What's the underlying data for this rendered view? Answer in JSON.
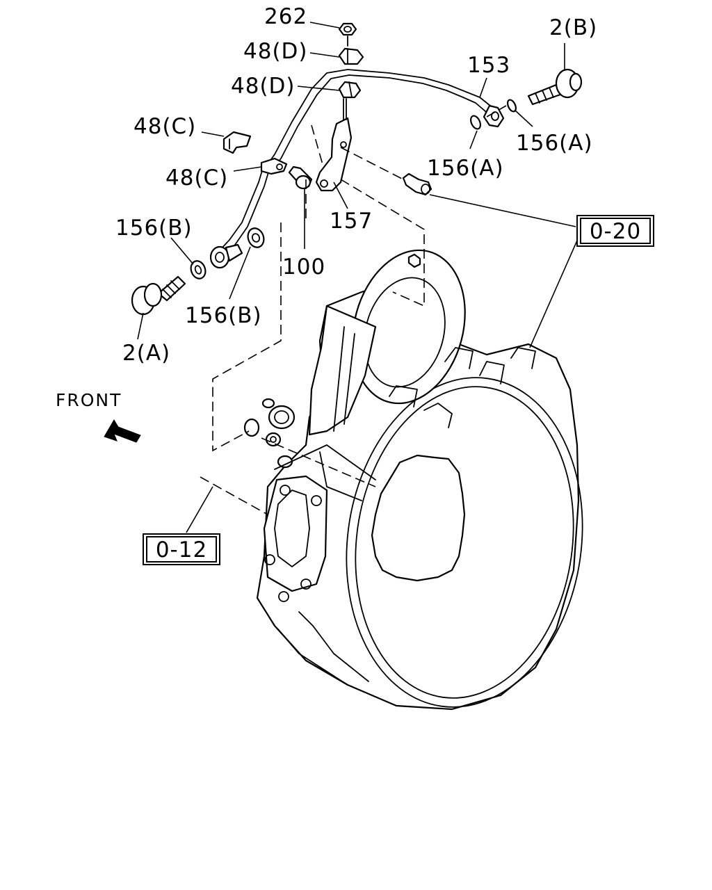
{
  "labels": {
    "p262": "262",
    "p48d_top": "48(D)",
    "p48d_mid": "48(D)",
    "p48c_top": "48(C)",
    "p48c_mid": "48(C)",
    "p2b": "2(B)",
    "p153": "153",
    "p156a_right": "156(A)",
    "p156a_mid": "156(A)",
    "p157": "157",
    "p100": "100",
    "p156b_top": "156(B)",
    "p156b_low": "156(B)",
    "p2a": "2(A)",
    "front": "FRONT"
  },
  "refs": {
    "ref_020": "0-20",
    "ref_012": "0-12"
  },
  "icons": {
    "front_arrow": "front-arrow-icon"
  }
}
